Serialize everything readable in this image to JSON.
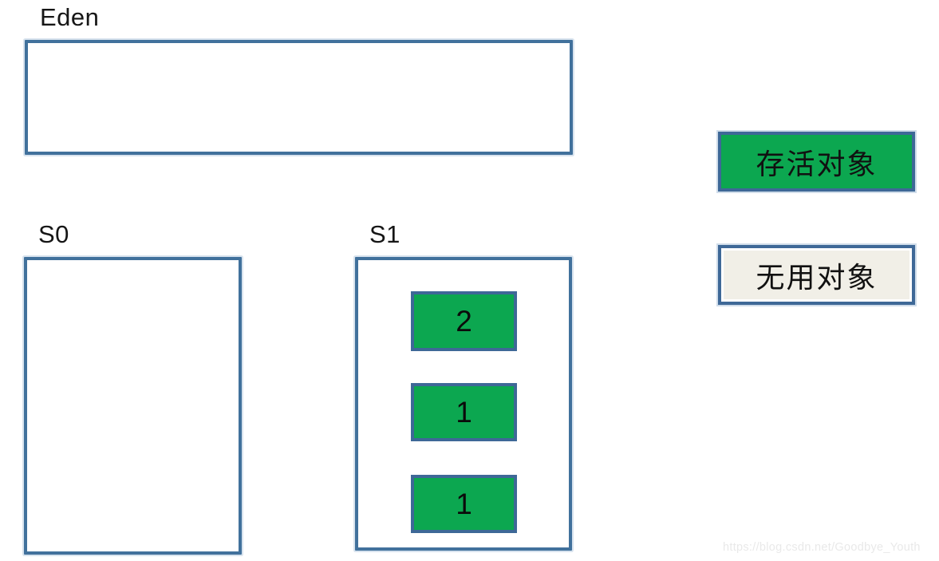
{
  "diagram": {
    "title_context": "JVM young generation survivor spaces diagram",
    "regions": [
      {
        "id": "eden",
        "label": "Eden",
        "blocks": []
      },
      {
        "id": "s0",
        "label": "S0",
        "blocks": []
      },
      {
        "id": "s1",
        "label": "S1",
        "blocks": [
          {
            "value": "2"
          },
          {
            "value": "1"
          },
          {
            "value": "1"
          }
        ]
      }
    ],
    "legend": [
      {
        "id": "alive",
        "label": "存活对象",
        "swatch_color": "#0CA750"
      },
      {
        "id": "useless",
        "label": "无用对象",
        "swatch_color": "#F1EFE7"
      }
    ],
    "colors": {
      "box_border": "#41719C",
      "block_fill": "#0CA750",
      "useless_fill": "#F1EFE7",
      "label_text": "#161616",
      "watermark_text": "#E9E9E9"
    },
    "watermark": "https://blog.csdn.net/Goodbye_Youth"
  }
}
